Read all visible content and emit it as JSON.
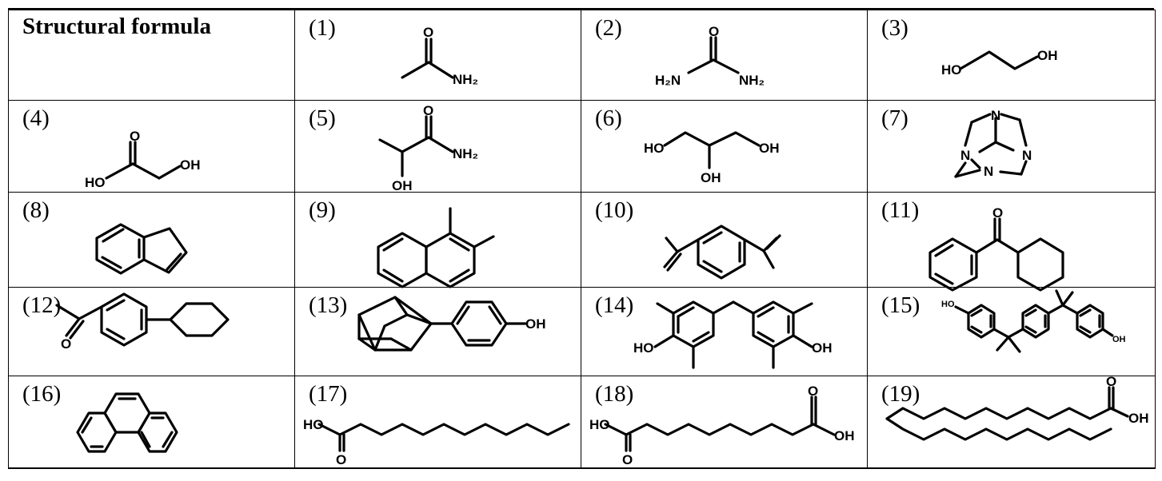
{
  "header": "Structural formula",
  "compounds": [
    {
      "label": "(1)",
      "atoms": [
        "O",
        "NH₂"
      ]
    },
    {
      "label": "(2)",
      "atoms": [
        "O",
        "H₂N",
        "NH₂"
      ]
    },
    {
      "label": "(3)",
      "atoms": [
        "HO",
        "OH"
      ]
    },
    {
      "label": "(4)",
      "atoms": [
        "O",
        "HO",
        "OH"
      ]
    },
    {
      "label": "(5)",
      "atoms": [
        "O",
        "NH₂",
        "OH"
      ]
    },
    {
      "label": "(6)",
      "atoms": [
        "HO",
        "OH",
        "OH"
      ]
    },
    {
      "label": "(7)",
      "atoms": [
        "N",
        "N",
        "N",
        "N"
      ]
    },
    {
      "label": "(8)",
      "atoms": []
    },
    {
      "label": "(9)",
      "atoms": []
    },
    {
      "label": "(10)",
      "atoms": []
    },
    {
      "label": "(11)",
      "atoms": [
        "O"
      ]
    },
    {
      "label": "(12)",
      "atoms": [
        "O"
      ]
    },
    {
      "label": "(13)",
      "atoms": [
        "OH"
      ]
    },
    {
      "label": "(14)",
      "atoms": [
        "HO",
        "OH"
      ]
    },
    {
      "label": "(15)",
      "atoms": [
        "HO",
        "OH"
      ]
    },
    {
      "label": "(16)",
      "atoms": []
    },
    {
      "label": "(17)",
      "atoms": [
        "HO",
        "O"
      ]
    },
    {
      "label": "(18)",
      "atoms": [
        "HO",
        "O",
        "O",
        "OH"
      ]
    },
    {
      "label": "(19)",
      "atoms": [
        "O",
        "OH"
      ]
    }
  ]
}
